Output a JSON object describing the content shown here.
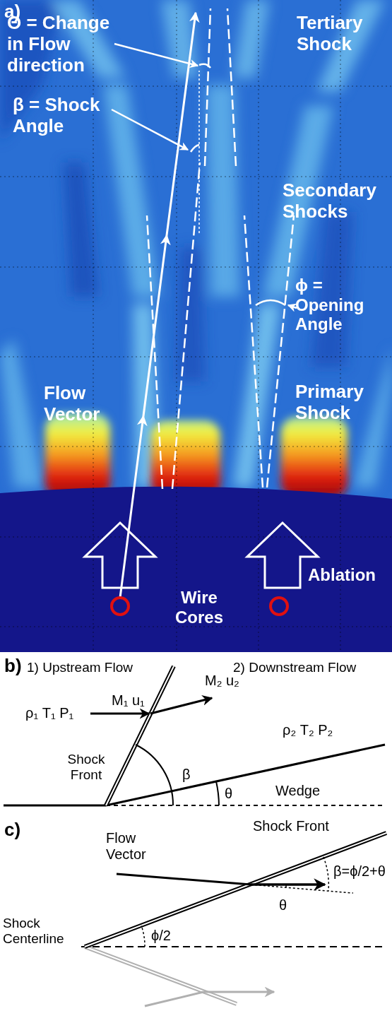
{
  "diagram": {
    "labels": [
      "a)",
      "Θ = Change in Flow direction",
      "β = Shock Angle",
      "Tertiary Shock",
      "Secondary Shocks",
      "ϕ = Opening Angle",
      "Flow Vector",
      "Primary Shock",
      "Ablation",
      "Wire Cores",
      "b)",
      "1) Upstream Flow",
      "2) Downstream Flow",
      "M₁ u₁",
      "M₂ u₂",
      "ρ₁ T₁ P₁",
      "ρ₂ T₂ P₂",
      "Shock Front",
      "β",
      "θ",
      "Wedge",
      "c)",
      "Shock Front",
      "β=ϕ/2+θ",
      "Flow Vector",
      "ϕ/2",
      "θ",
      "Shock Centerline"
    ]
  }
}
